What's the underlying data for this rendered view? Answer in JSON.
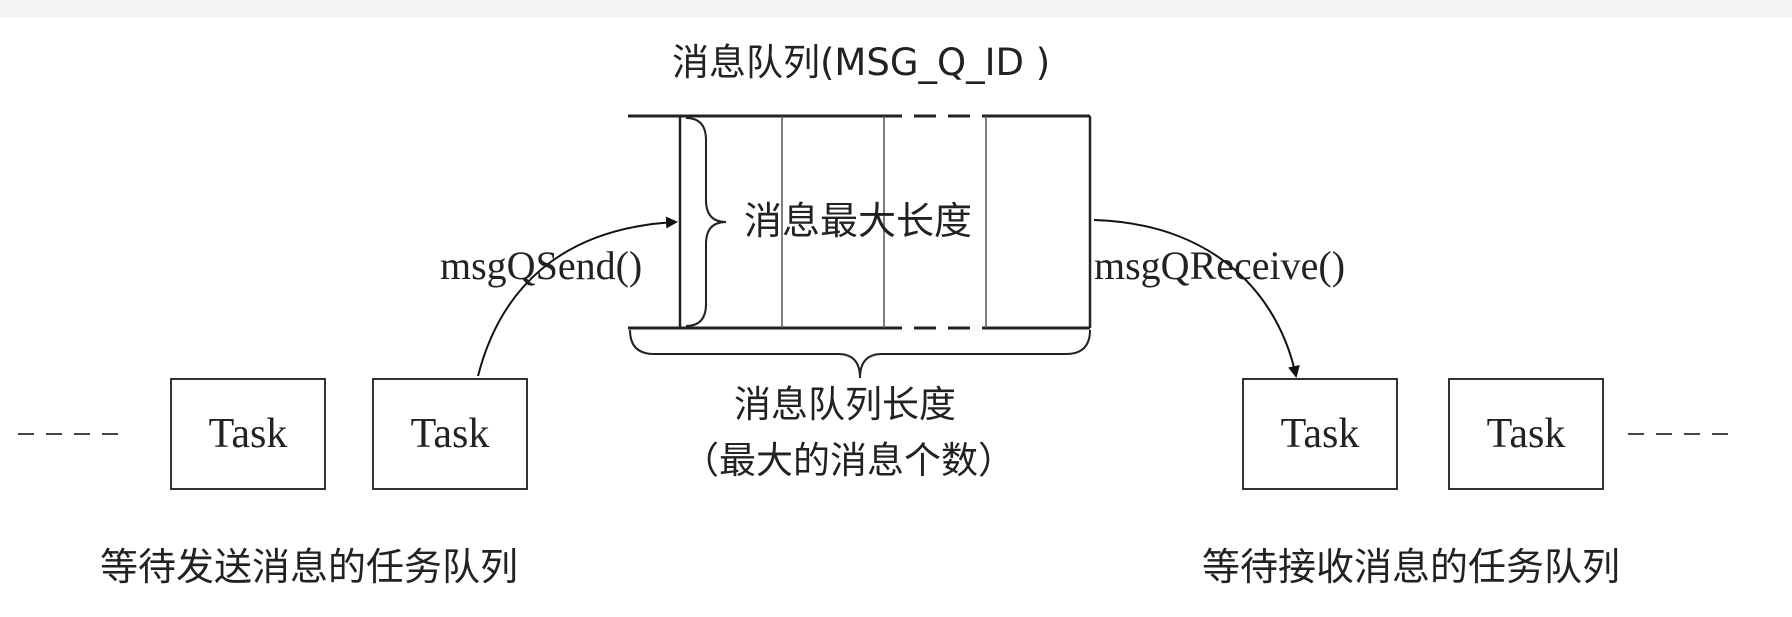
{
  "queue": {
    "title": "消息队列(MSG_Q_ID )",
    "max_length_label": "消息最大长度",
    "length_label": "消息队列长度",
    "length_note": "（最大的消息个数）"
  },
  "operations": {
    "send": "msgQSend()",
    "receive": "msgQReceive()"
  },
  "tasks": {
    "label": "Task"
  },
  "captions": {
    "send_wait": "等待发送消息的任务队列",
    "receive_wait": "等待接收消息的任务队列"
  }
}
